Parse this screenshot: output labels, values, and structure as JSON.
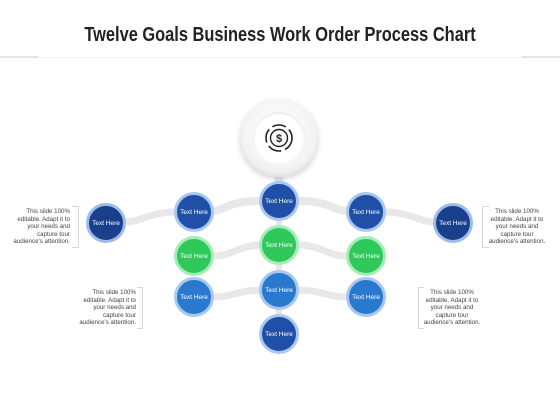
{
  "title": "Twelve Goals Business Work Order Process Chart",
  "hub_icon": "dollar-sign-icon",
  "node_label": "Text Here",
  "nodes": [
    {
      "id": "top-center",
      "label": "Text Here",
      "color": "#1f4fa6"
    },
    {
      "id": "row1-left",
      "label": "Text Here",
      "color": "#1f4fa6"
    },
    {
      "id": "row1-right",
      "label": "Text Here",
      "color": "#1f4fa6"
    },
    {
      "id": "far-left",
      "label": "Text Here",
      "color": "#1a3f8c"
    },
    {
      "id": "far-right",
      "label": "Text Here",
      "color": "#1a3f8c"
    },
    {
      "id": "green-center",
      "label": "Text Here",
      "color": "#2ec95a"
    },
    {
      "id": "green-left",
      "label": "Text Here",
      "color": "#2ec95a"
    },
    {
      "id": "green-right",
      "label": "Text Here",
      "color": "#2ec95a"
    },
    {
      "id": "row3-left",
      "label": "Text Here",
      "color": "#2a79cf"
    },
    {
      "id": "row3-center",
      "label": "Text Here",
      "color": "#2a79cf"
    },
    {
      "id": "row3-right",
      "label": "Text Here",
      "color": "#2a79cf"
    },
    {
      "id": "bottom-center",
      "label": "Text Here",
      "color": "#1f4fa6"
    }
  ],
  "notes": {
    "left_top": [
      "This slide 100%",
      "editable.  Adapt it to",
      "your needs and",
      "capture tour",
      "audience's attention."
    ],
    "right_top": [
      "This slide 100%",
      "editable.  Adapt it to",
      "your needs and",
      "capture tour",
      "audience's attention."
    ],
    "left_bottom": [
      "This slide 100%",
      "editable.  Adapt it to",
      "your needs and",
      "capture tour",
      "audience's attention."
    ],
    "right_bottom": [
      "This slide 100%",
      "editable.  Adapt it to",
      "your needs and",
      "capture tour",
      "audience's attention."
    ]
  },
  "colors": {
    "dark_blue": "#1f4fa6",
    "mid_blue": "#2a79cf",
    "green": "#2ec95a",
    "navy": "#1a3f8c",
    "connector": "#e9e9e9"
  }
}
